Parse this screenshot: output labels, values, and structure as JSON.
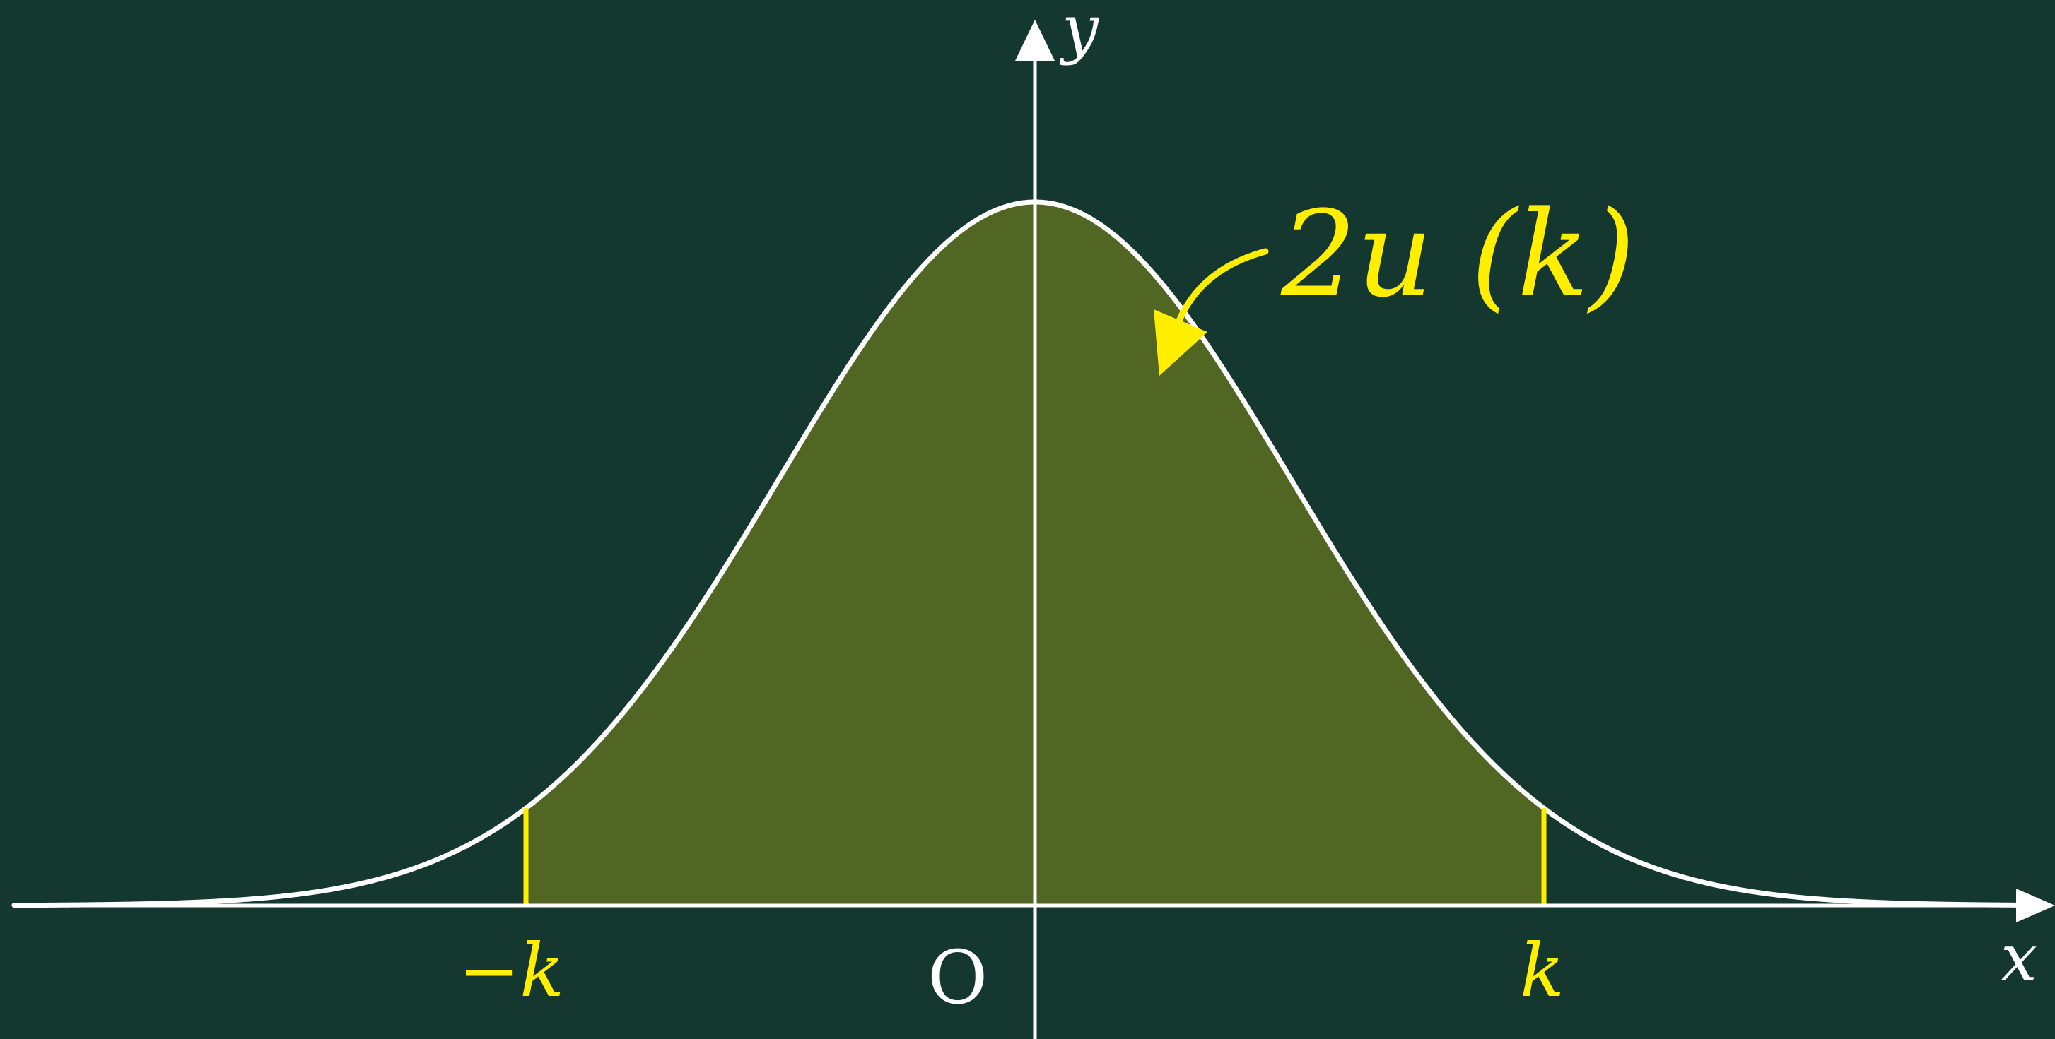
{
  "labels": {
    "y_axis": "y",
    "x_axis": "x",
    "origin": "O",
    "neg_k": "−k",
    "pos_k": "k",
    "area": "2u (k)"
  },
  "colors": {
    "background": "#143730",
    "area_fill": "#516622",
    "curve": "#ffffff",
    "axes": "#ffffff",
    "highlight": "#ffee00"
  }
}
